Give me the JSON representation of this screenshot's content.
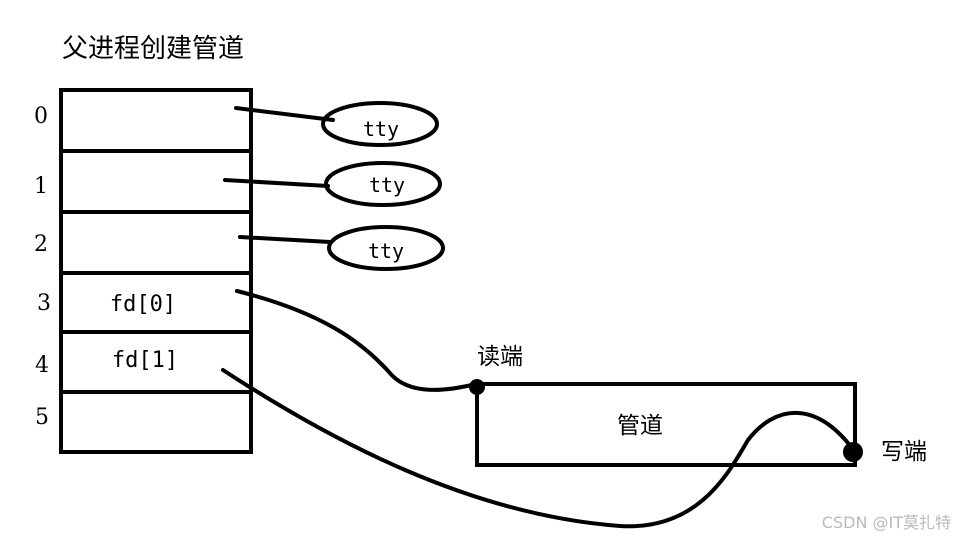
{
  "title": "父进程创建管道",
  "fd_table": {
    "indices": [
      "0",
      "1",
      "2",
      "3",
      "4",
      "5"
    ],
    "cells": [
      "",
      "",
      "",
      "fd[0]",
      "fd[1]",
      ""
    ]
  },
  "tty_nodes": [
    "tty",
    "tty",
    "tty"
  ],
  "pipe": {
    "label": "管道",
    "read_end_label": "读端",
    "write_end_label": "写端"
  },
  "watermark": "CSDN @IT莫扎特"
}
